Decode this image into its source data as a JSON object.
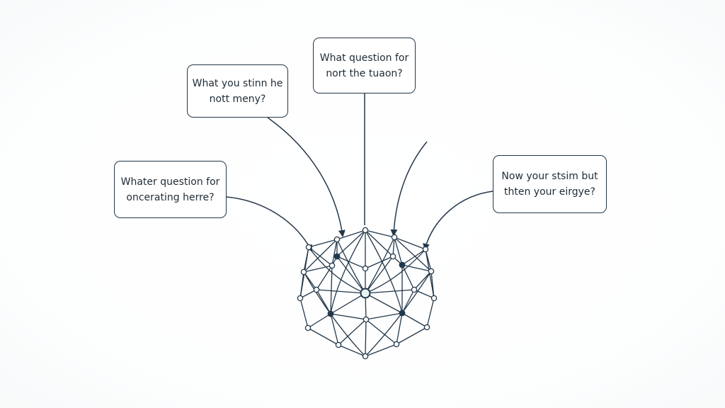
{
  "colors": {
    "stroke": "#24384a",
    "node_fill": "#ffffff",
    "hub_fill": "#1f3a4d",
    "center_fill": "#e8f3f2",
    "text": "#1f2b36"
  },
  "callouts": [
    {
      "id": "q1",
      "lines": [
        "What you stinn he",
        "nott meny?"
      ]
    },
    {
      "id": "q2",
      "lines": [
        "What question for",
        "nort the tuaon?"
      ]
    },
    {
      "id": "q3",
      "lines": [
        "Whater question for",
        "oncerating herre?"
      ]
    },
    {
      "id": "q4",
      "lines": [
        "Now your stsim but",
        "thten your eirgye?"
      ]
    }
  ]
}
